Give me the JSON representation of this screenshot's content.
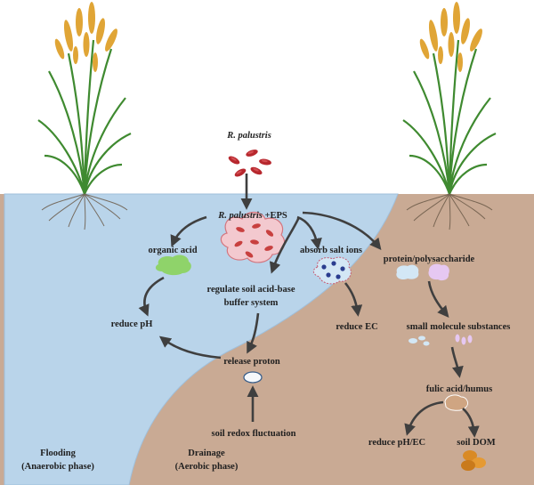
{
  "title": "R. palustris",
  "center_label": {
    "organism": "R. palustris",
    "suffix": " +EPS"
  },
  "labels": {
    "organic_acid": "organic acid",
    "reduce_ph": "reduce pH",
    "regulate_line1": "regulate soil acid-base",
    "regulate_line2": "buffer system",
    "release_proton": "release proton",
    "soil_redox": "soil redox fluctuation",
    "absorb_salt": "absorb salt ions",
    "reduce_ec": "reduce EC",
    "protein": "protein/polysaccharide",
    "small_molecule": "small molecule substances",
    "fulic_acid": "fulic acid/humus",
    "reduce_ph_ec": "reduce pH/EC",
    "soil_dom": "soil DOM"
  },
  "phases": {
    "flooding_line1": "Flooding",
    "flooding_line2": "(Anaerobic phase)",
    "drainage_line1": "Drainage",
    "drainage_line2": "(Aerobic phase)"
  },
  "colors": {
    "flood_bg": "#b9d4ea",
    "soil_bg": "#c9aa94",
    "arrow": "#3f3f3f",
    "bacteria": "#b7282e",
    "cluster_fill": "#f3c9cf",
    "green_blob": "#8fd36a",
    "blue_blob": "#d3e7f5",
    "pink_blob": "#e6c8f2",
    "humus_blob": "#cfa582",
    "dom": "#d98a25",
    "leaf": "#4e9a3c",
    "grain": "#e0a536"
  },
  "icons": [
    "rice-plant-left-icon",
    "rice-plant-right-icon",
    "bacteria-icon",
    "eps-cluster-icon"
  ]
}
